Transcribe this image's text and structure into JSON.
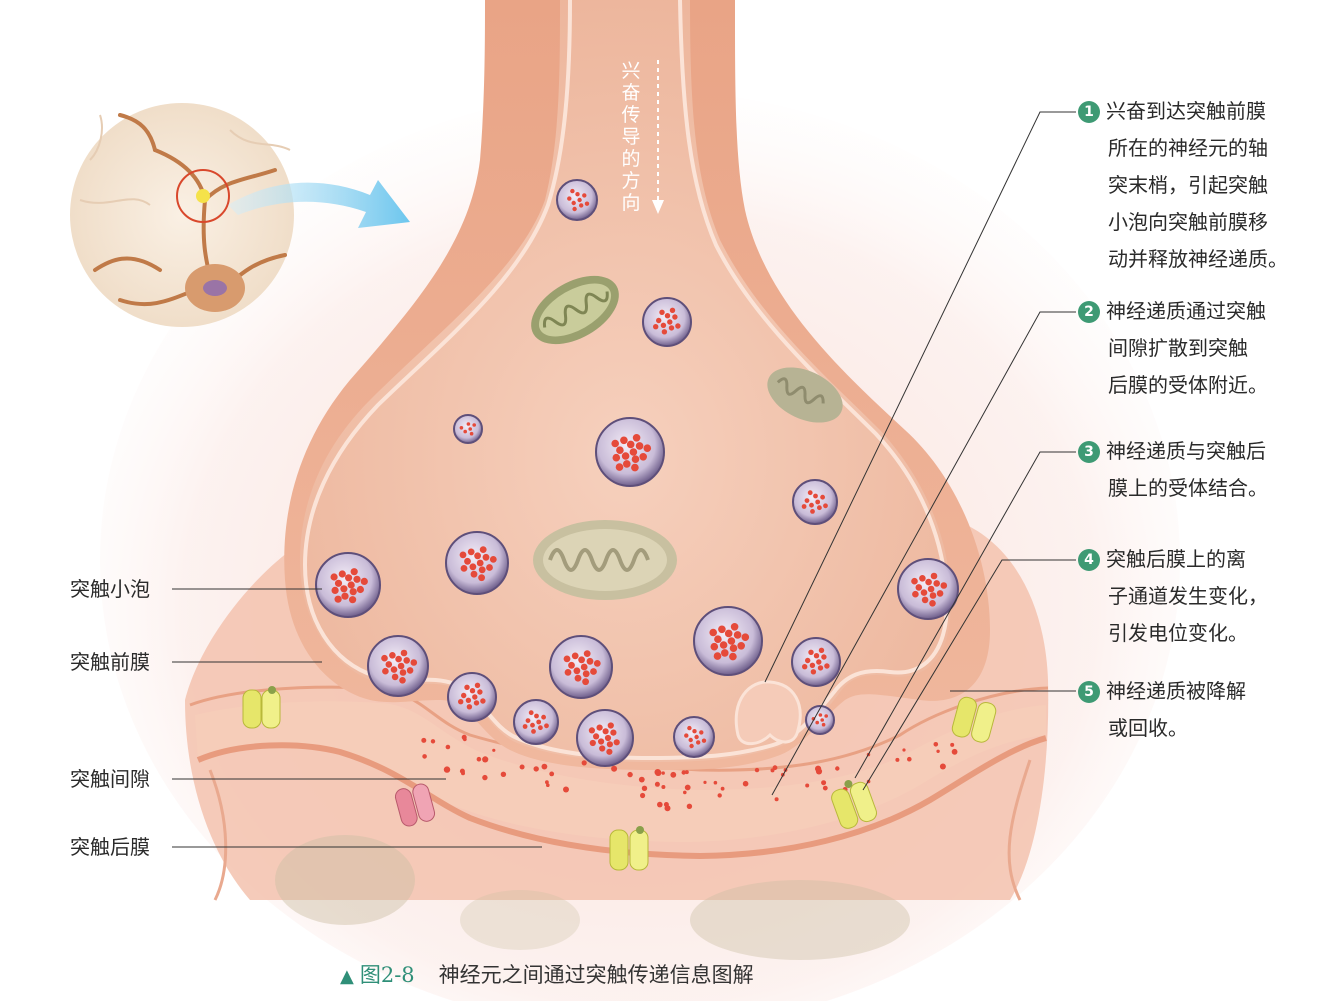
{
  "direction_label": "兴奋传导的方向",
  "left_labels": [
    {
      "id": "vesicle",
      "text": "突触小泡"
    },
    {
      "id": "presynaptic",
      "text": "突触前膜"
    },
    {
      "id": "cleft",
      "text": "突触间隙"
    },
    {
      "id": "postsynaptic",
      "text": "突触后膜"
    }
  ],
  "notes": [
    {
      "num": "1",
      "lines": [
        "兴奋到达突触前膜",
        "所在的神经元的轴",
        "突末梢，引起突触",
        "小泡向突触前膜移",
        "动并释放神经递质。"
      ]
    },
    {
      "num": "2",
      "lines": [
        "神经递质通过突触",
        "间隙扩散到突触",
        "后膜的受体附近。"
      ]
    },
    {
      "num": "3",
      "lines": [
        "神经递质与突触后",
        "膜上的受体结合。"
      ]
    },
    {
      "num": "4",
      "lines": [
        "突触后膜上的离",
        "子通道发生变化，",
        "引发电位变化。"
      ]
    },
    {
      "num": "5",
      "lines": [
        "神经递质被降解",
        "或回收。"
      ]
    }
  ],
  "caption": {
    "figure_num": "图2-8",
    "title": "神经元之间通过突触传递信息图解"
  },
  "colors": {
    "badge": "#3e9a74",
    "membrane": "#e9a486",
    "cytoplasm": "#f1c3ac",
    "vesicle": "#7d6f96",
    "neurotransmitter": "#e54a3a",
    "receptor": "#e6e66a",
    "ion_channel": "#e8889a",
    "mitochondria": "#9aa06e"
  }
}
